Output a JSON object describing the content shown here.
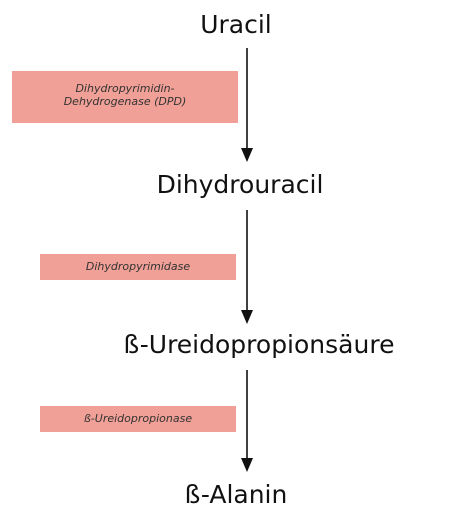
{
  "compounds": [
    "Uracil",
    "Dihydrouracil",
    "ß-Ureidopropionsäure",
    "ß-Alanin"
  ],
  "enzymes": [
    {
      "line1": "Dihydropyrimidin-",
      "line2": "Dehydrogenase (DPD)"
    },
    {
      "line1": "Dihydropyrimidase"
    },
    {
      "line1": "ß-Ureidopropionase"
    }
  ],
  "colors": {
    "enzyme_fill": "#f0a096",
    "enzyme_text": "#333333",
    "compound_text": "#111111",
    "arrow": "#111111"
  }
}
